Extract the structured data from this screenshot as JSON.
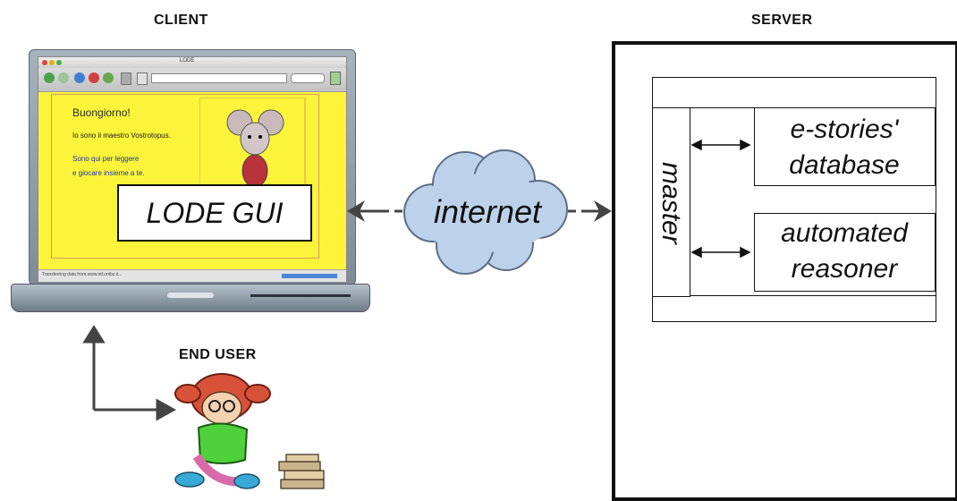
{
  "headings": {
    "client": "CLIENT",
    "server": "SERVER",
    "end_user": "END USER"
  },
  "browser": {
    "window_title": "LODE",
    "page_greeting": "Buongiorno!",
    "page_line1": "Io sono il maestro Vostrotopus.",
    "page_line2": "Sono qui per leggere",
    "page_line3": "e giocare insieme a te.",
    "status_text": "Transferring data from www.inf.unibz.it...",
    "gui_label": "LODE GUI"
  },
  "network": {
    "label": "internet"
  },
  "server": {
    "master_label": "master",
    "database_label_1": "e-stories'",
    "database_label_2": "database",
    "reasoner_label_1": "automated",
    "reasoner_label_2": "reasoner"
  },
  "colors": {
    "page_yellow": "#fbf43a",
    "cloud_blue": "#bcd2ea",
    "laptop_gray": "#8d9aa6"
  }
}
